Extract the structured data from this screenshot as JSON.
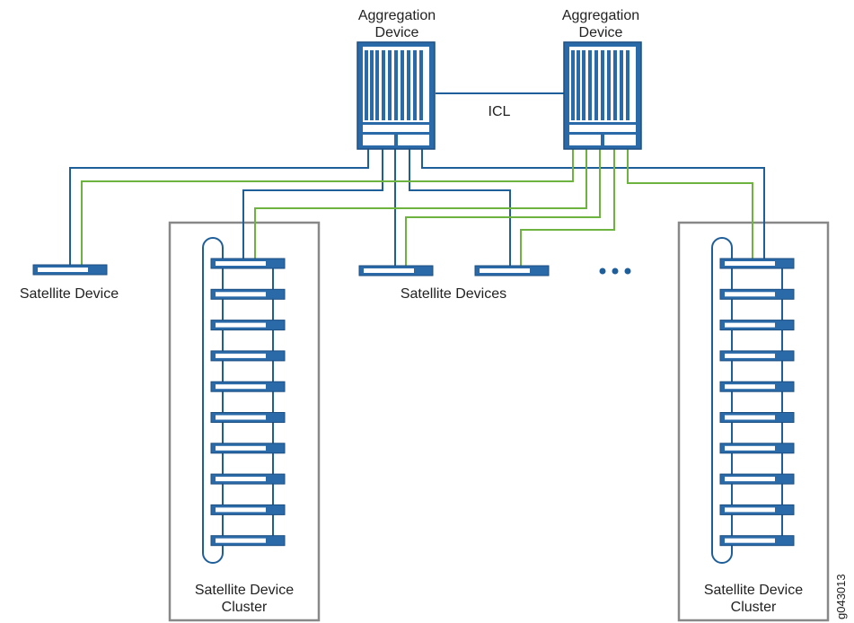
{
  "aggregation_left": {
    "line1": "Aggregation",
    "line2": "Device"
  },
  "aggregation_right": {
    "line1": "Aggregation",
    "line2": "Device"
  },
  "icl_label": "ICL",
  "satellite_device_label": "Satellite Device",
  "satellite_devices_label": "Satellite Devices",
  "ellipsis": "•••",
  "cluster_left": {
    "line1": "Satellite Device",
    "line2": "Cluster"
  },
  "cluster_right": {
    "line1": "Satellite Device",
    "line2": "Cluster"
  },
  "figure_code": "g043013",
  "colors": {
    "blue_link": "#1f5f99",
    "green_link": "#6cb33f",
    "chassis": "#2a6aa8",
    "cluster_border": "#888888"
  }
}
